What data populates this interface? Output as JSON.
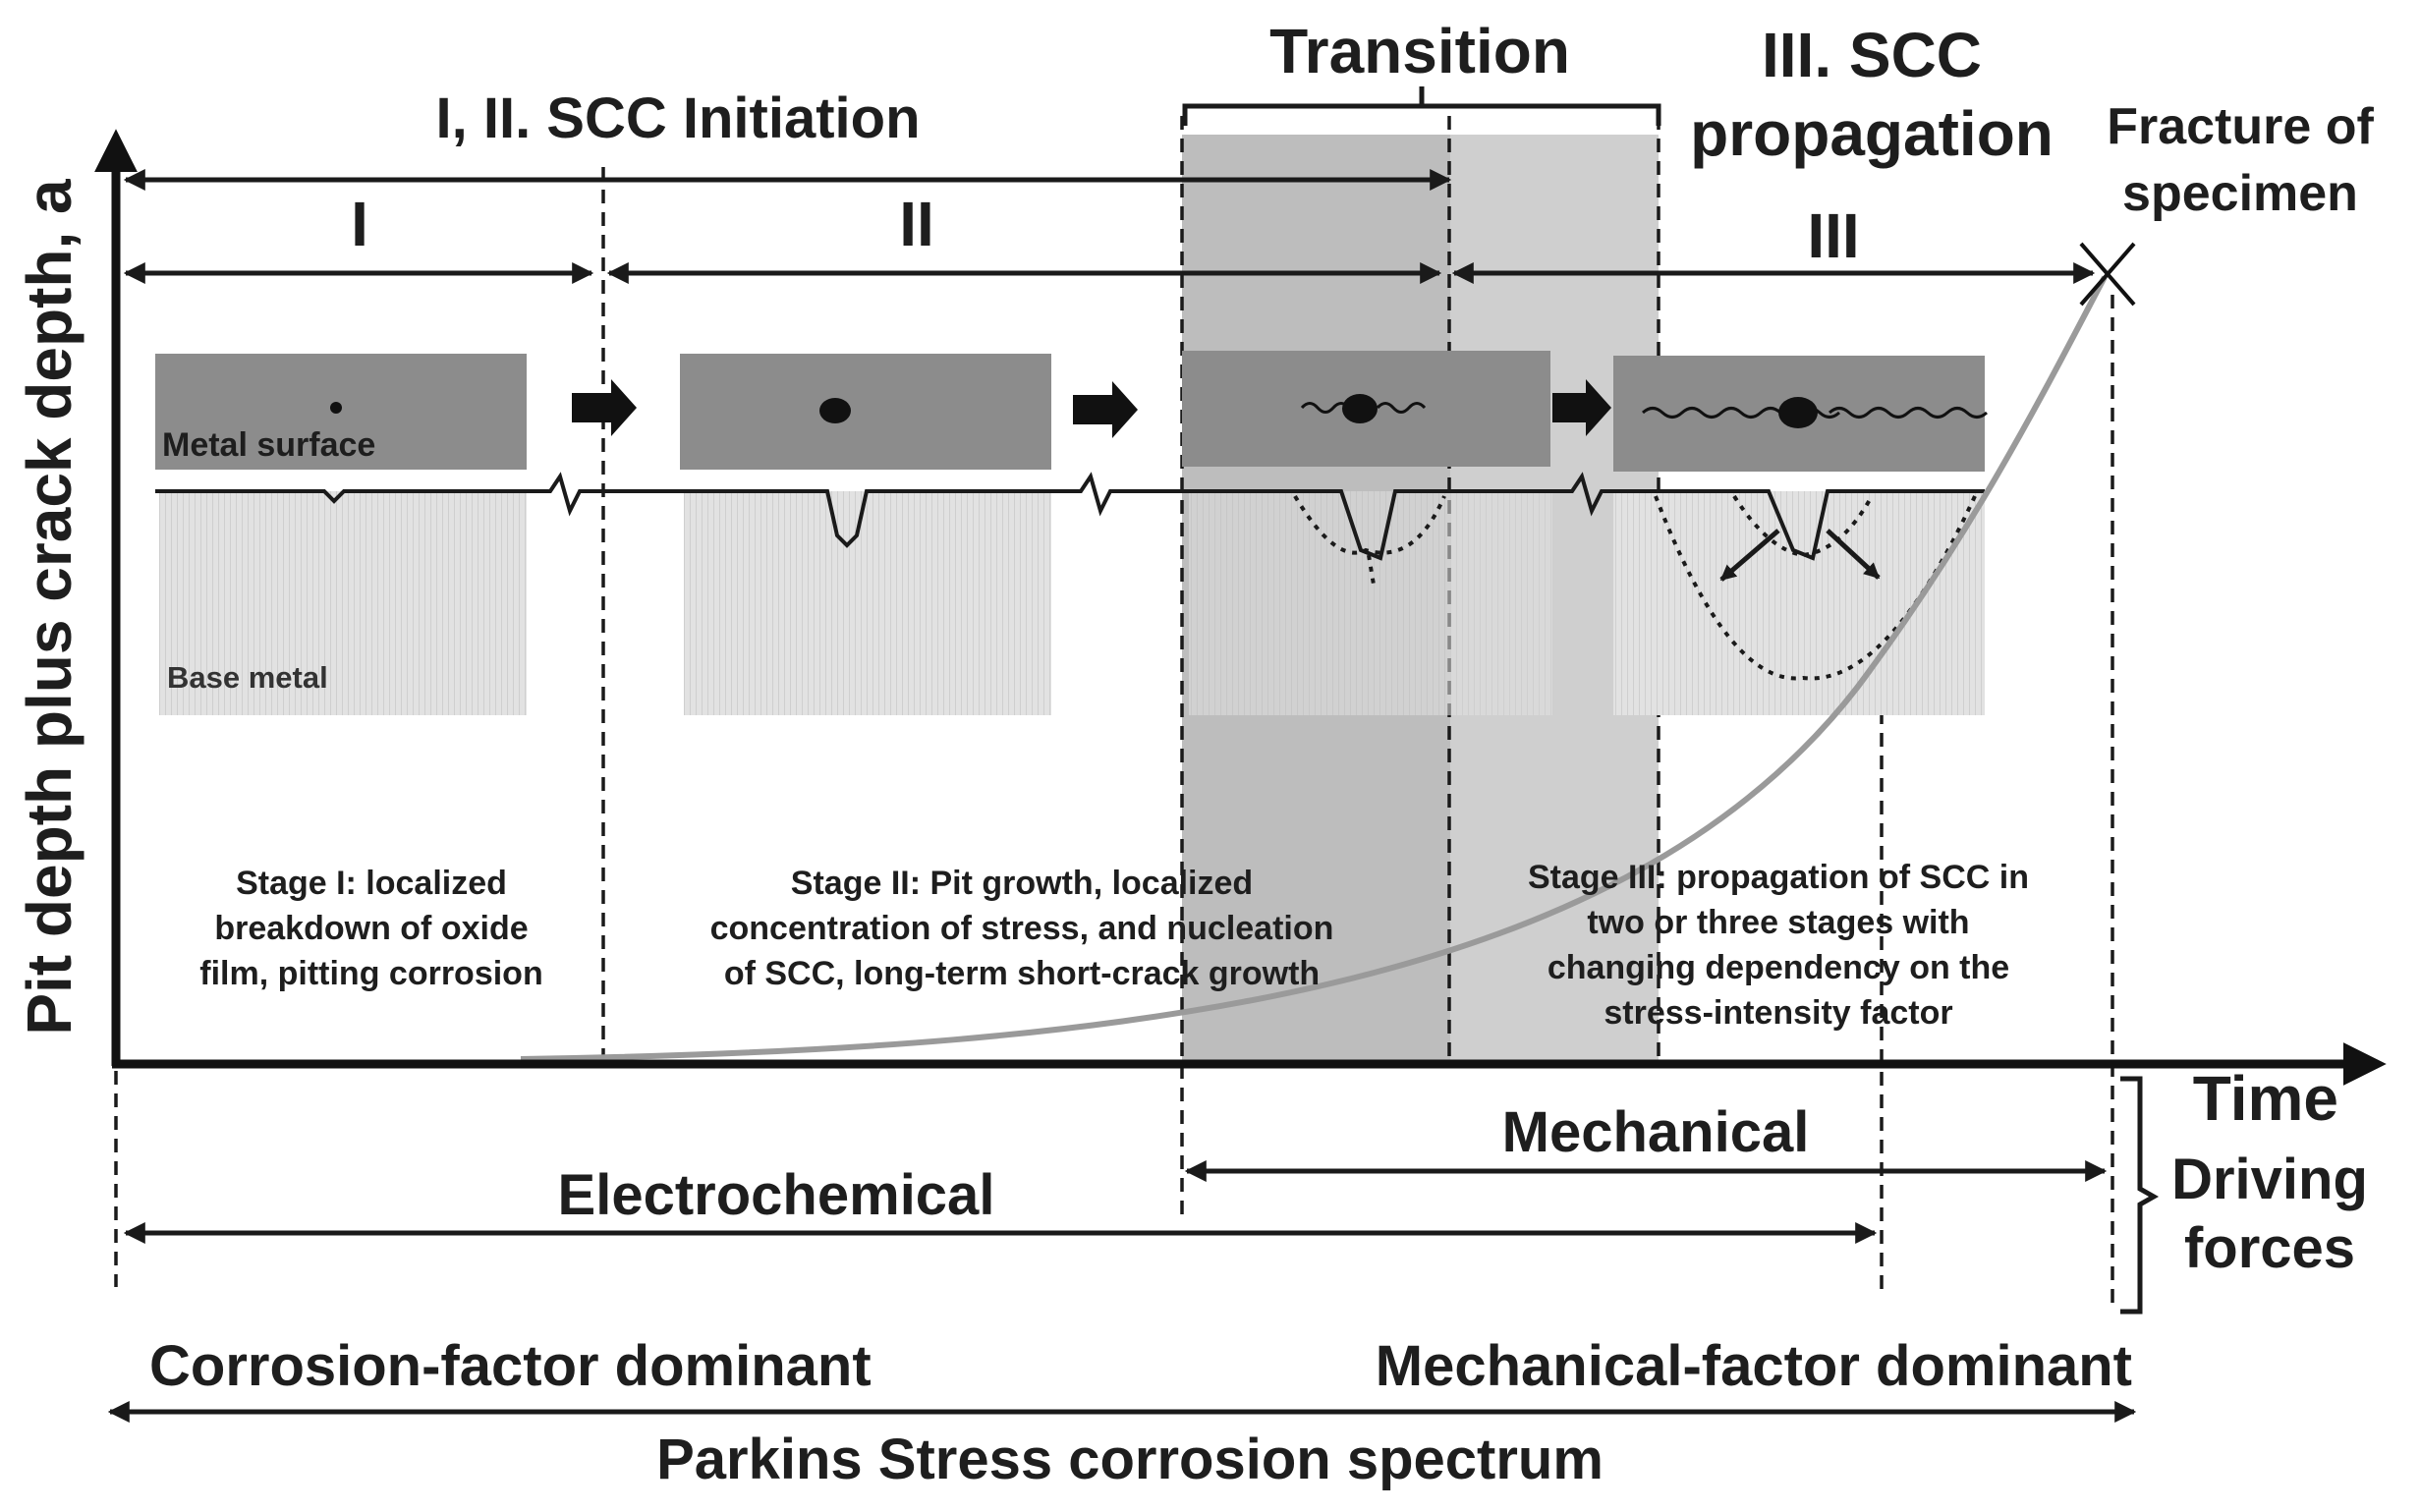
{
  "axes": {
    "y_label": "Pit depth plus crack depth, a",
    "x_label": "Time"
  },
  "headers": {
    "initiation": "I, II. SCC Initiation",
    "transition": "Transition",
    "propagation_line1": "III. SCC",
    "propagation_line2": "propagation",
    "fracture_line1": "Fracture of",
    "fracture_line2": "specimen"
  },
  "stages": {
    "stage1_roman": "I",
    "stage2_roman": "II",
    "stage3_roman": "III"
  },
  "sketch_labels": {
    "metal_surface": "Metal surface",
    "base_metal": "Base metal"
  },
  "descriptions": {
    "stage1": [
      "Stage I:  localized",
      "breakdown of oxide",
      "film, pitting corrosion"
    ],
    "stage2": [
      "Stage II:  Pit growth, localized",
      "concentration of stress, and nucleation",
      "of SCC, long-term short-crack growth"
    ],
    "stage3": [
      "Stage III: propagation of SCC in",
      "two or three stages with",
      "changing dependency on the",
      "stress-intensity factor"
    ]
  },
  "driving_forces": {
    "mechanical": "Mechanical",
    "electrochemical": "Electrochemical",
    "bracket_line1": "Driving",
    "bracket_line2": "forces"
  },
  "spectrum": {
    "corrosion_dominant": "Corrosion-factor  dominant",
    "mechanical_dominant": "Mechanical-factor  dominant",
    "title": "Parkins  Stress corrosion spectrum"
  },
  "colors": {
    "transition_band": "#c8c8c8",
    "transition_band_dark": "#b4b4b4",
    "metal_surface_box": "#8c8c8c",
    "base_metal_fill": "#dcdcdc",
    "curve": "#9a9a9a"
  }
}
